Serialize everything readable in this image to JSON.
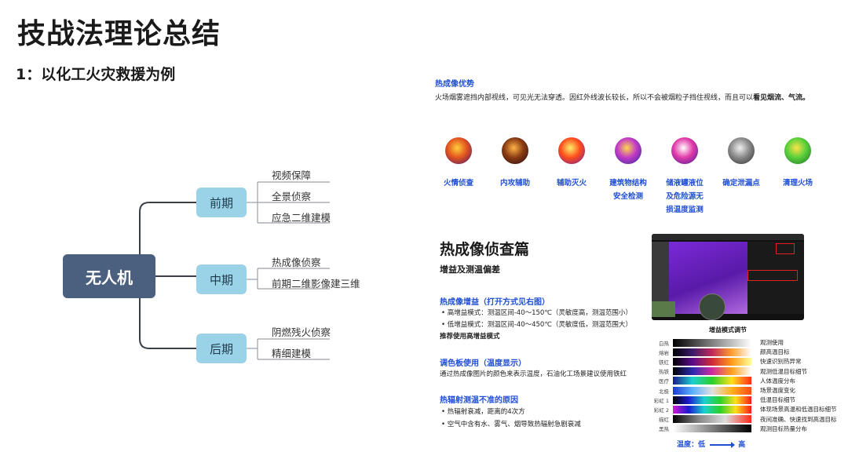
{
  "title": "技战法理论总结",
  "subtitle": "1：以化工火灾救援为例",
  "mindmap": {
    "root": "无人机",
    "phases": [
      {
        "label": "前期",
        "items": [
          "视频保障",
          "全景侦察",
          "应急二维建模"
        ]
      },
      {
        "label": "中期",
        "items": [
          "热成像侦察",
          "前期二维影像建三维"
        ]
      },
      {
        "label": "后期",
        "items": [
          "阴燃残火侦察",
          "精细建模"
        ]
      }
    ]
  },
  "thermal_advantage": {
    "heading": "热成像优势",
    "text_prefix": "火场烟雾遮挡内部视线，可见光无法穿透。因红外线波长较长，所以不会被烟粒子挡住视线，而且可以",
    "text_bold": "看见烟流、气流。"
  },
  "use_cases": [
    {
      "label": "火情侦查",
      "colors": [
        "#ffcf3a",
        "#e2541e",
        "#4a1470"
      ]
    },
    {
      "label": "内攻辅助",
      "colors": [
        "#ffb347",
        "#8a3b12",
        "#1d0a14"
      ]
    },
    {
      "label": "辅助灭火",
      "colors": [
        "#fff06a",
        "#ff4d1a",
        "#6b1aa0"
      ]
    },
    {
      "label": "建筑物结构\n安全检测",
      "colors": [
        "#ffd84a",
        "#c23ac7",
        "#2b2a9a"
      ]
    },
    {
      "label": "储液罐液位\n及危险源无\n损温度监测",
      "colors": [
        "#ffffff",
        "#e23aa8",
        "#3b1a9a"
      ]
    },
    {
      "label": "确定泄漏点",
      "colors": [
        "#f0f0f0",
        "#8a8a8a",
        "#2a2a2a"
      ]
    },
    {
      "label": "清理火场",
      "colors": [
        "#ffe24a",
        "#5ad13a",
        "#1a6a2a"
      ]
    }
  ],
  "recon": {
    "title": "热成像侦查篇",
    "subtitle": "增益及测温偏差",
    "gain_heading": "热成像增益（打开方式见右图）",
    "gain_bullets": [
      "高增益模式：测温区间-40～150℃（灵敏度高，测温范围小）",
      "低增益模式：测温区间-40～450℃（灵敏度低，测温范围大）"
    ],
    "gain_recommend": "推荐使用高增益模式",
    "palette_heading": "调色板使用（温度显示）",
    "palette_text": "通过热成像图片的颜色来表示温度，石油化工场景建议使用铁红",
    "error_heading": "热辐射测温不准的原因",
    "error_bullets": [
      "热辐射衰减，距离的4次方",
      "空气中含有水、雾气、烟导致热辐射急剧衰减"
    ]
  },
  "palette_chart": {
    "title": "增益模式调节",
    "footer_label": "温度：低",
    "footer_high": "高",
    "rows": [
      {
        "name": "白热",
        "desc": "观测使用",
        "gradient": "linear-gradient(90deg,#000,#fff)"
      },
      {
        "name": "熔岩",
        "desc": "颜高温目标",
        "gradient": "linear-gradient(90deg,#000,#3a1a6a,#c02a5a,#ffa030,#fff)"
      },
      {
        "name": "铁红",
        "desc": "快速识别热异常",
        "gradient": "linear-gradient(90deg,#000,#5a0a8a,#d02a3a,#ff9a1a,#ffff9a)"
      },
      {
        "name": "热铁",
        "desc": "观测低温目标细节",
        "gradient": "linear-gradient(90deg,#000,#2a2ab0,#d02aa0,#ffa01a,#fff)"
      },
      {
        "name": "医疗",
        "desc": "人体温度分布",
        "gradient": "linear-gradient(90deg,#1a1a8a,#1ad0d0,#2ad02a,#ffe01a,#ff2a1a)"
      },
      {
        "name": "北极",
        "desc": "场景温度变化",
        "gradient": "linear-gradient(90deg,#1a3ad0,#5ab0ff,#e0e0e0,#ffb01a,#ff4a1a)"
      },
      {
        "name": "彩虹 1",
        "desc": "低温目标细节",
        "gradient": "linear-gradient(90deg,#000,#1a1ad0,#1ad0d0,#2ad02a,#ffe01a,#ff1a1a)"
      },
      {
        "name": "彩虹 2",
        "desc": "体现场景高温和低温目标细节",
        "gradient": "linear-gradient(90deg,#d01ad0,#1a1ad0,#1ad0d0,#2ad02a,#ffe01a,#ff1a1a)"
      },
      {
        "name": "描红",
        "desc": "夜间准确、快速找到高温目标",
        "gradient": "linear-gradient(90deg,#000,#888,#ddd,#ff2a1a)"
      },
      {
        "name": "黑热",
        "desc": "观测目标热量分布",
        "gradient": "linear-gradient(90deg,#fff,#000)"
      }
    ]
  }
}
